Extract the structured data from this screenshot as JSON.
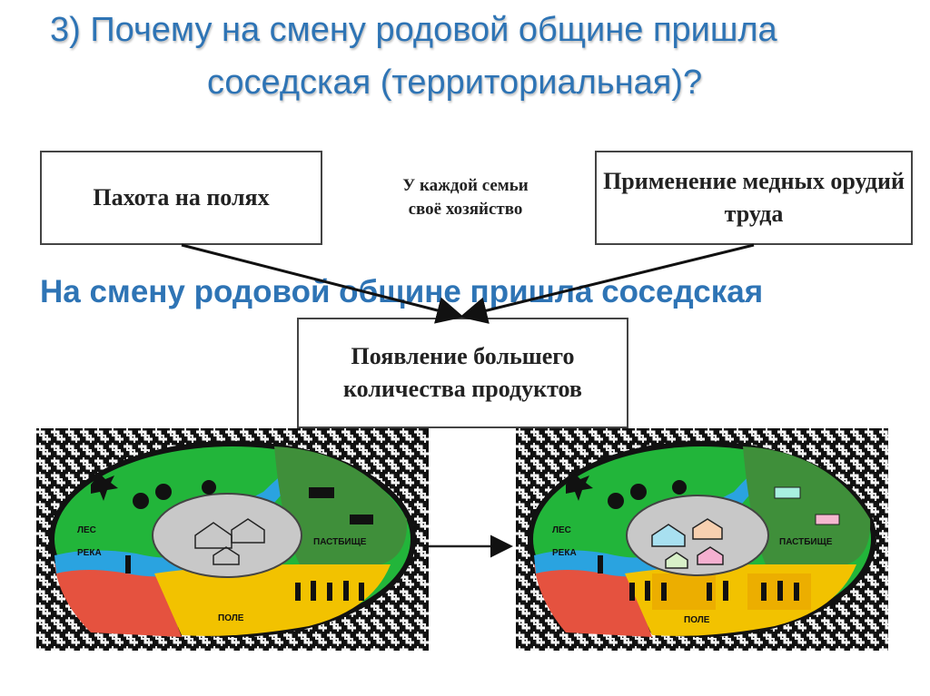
{
  "slide": {
    "title_line1": "3) Почему на смену родовой общине пришла",
    "title_line2": "соседская (территориальная)?",
    "box_left": "Пахота на полях",
    "box_right": "Применение медных орудий труда",
    "mid_note_line1": "У каждой семьи",
    "mid_note_line2": "своё хозяйство",
    "subtitle": "На смену родовой общине  пришла соседская",
    "box_center": "Появление  большего количества продуктов"
  },
  "map_labels": {
    "forest": "ЛЕС",
    "river": "РЕКА",
    "pasture": "ПАСТБИЩЕ",
    "field": "ПОЛЕ"
  },
  "colors": {
    "title": "#2e74b5",
    "forest": "#22b53a",
    "river": "#2aa3e0",
    "pasture": "#3f8f3a",
    "field": "#f2c200",
    "red_field": "#e5523f",
    "village": "#c8c8c8"
  }
}
